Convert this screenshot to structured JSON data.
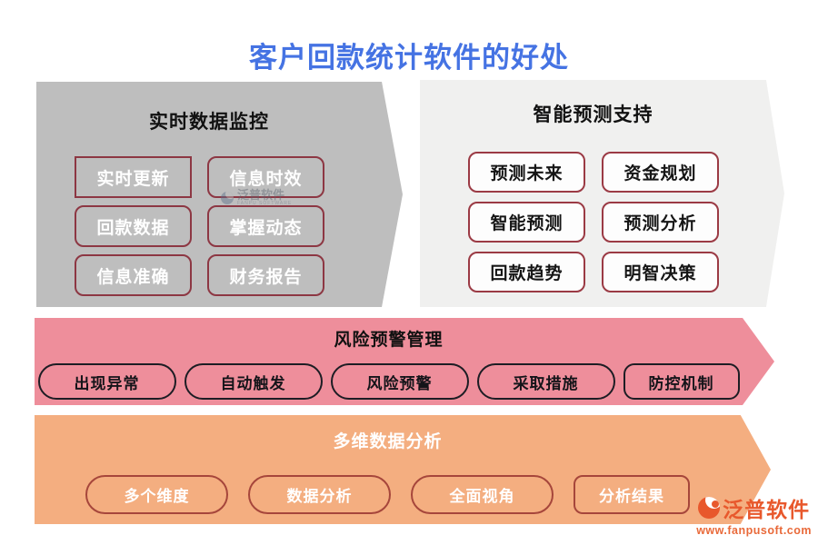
{
  "page": {
    "title": "客户回款统计软件的好处",
    "title_color": "#4573e3",
    "background": "#ffffff"
  },
  "sections": [
    {
      "id": "realtime-monitoring",
      "title": "实时数据监控",
      "bg_color": "#bebebe",
      "button_border_color": "#8d3743",
      "button_text_color": "#ffffff",
      "items": [
        "实时更新",
        "信息时效",
        "回款数据",
        "掌握动态",
        "信息准确",
        "财务报告"
      ]
    },
    {
      "id": "smart-prediction",
      "title": "智能预测支持",
      "bg_color": "#f0f0ef",
      "button_border_color": "#9b3a44",
      "button_text_color": "#151515",
      "items": [
        "预测未来",
        "资金规划",
        "智能预测",
        "预测分析",
        "回款趋势",
        "明智决策"
      ]
    },
    {
      "id": "risk-warning",
      "title": "风险预警管理",
      "bg_color": "#ee8e9b",
      "button_border_color": "#1d1d24",
      "button_text_color": "#141419",
      "items": [
        "出现异常",
        "自动触发",
        "风险预警",
        "采取措施",
        "防控机制"
      ]
    },
    {
      "id": "multidim-analysis",
      "title": "多维数据分析",
      "bg_color": "#f4ae80",
      "button_border_color": "#a6463b",
      "button_text_color": "#ffffff",
      "items": [
        "多个维度",
        "数据分析",
        "全面视角",
        "分析结果"
      ]
    }
  ],
  "watermark": {
    "name": "泛普软件",
    "sub": "FANPU SOFTWARE"
  },
  "logo": {
    "name": "泛普软件",
    "url": "www.fanpusoft.com",
    "color": "#e8582c"
  }
}
